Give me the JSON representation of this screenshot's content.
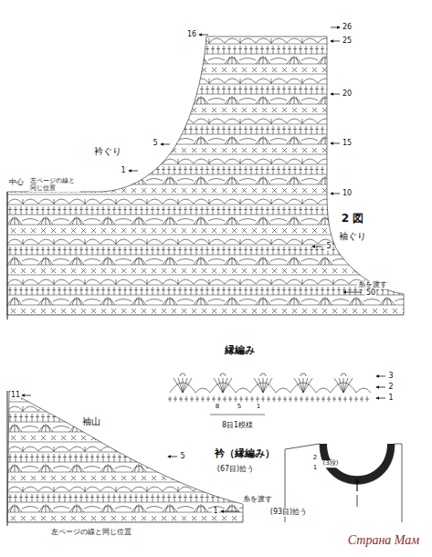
{
  "diagram": {
    "labels": [
      "16",
      "26",
      "25",
      "20",
      "15",
      "衿ぐり",
      "5",
      "1",
      "10",
      "中心",
      "左ページの線と 同じ位置",
      "2 図",
      "袖ぐり",
      "5",
      "糸を渡す",
      "50",
      "縁編み",
      "3",
      "2",
      "1",
      "8",
      "5",
      "1",
      "8目1模様",
      "衿（縁編み）",
      "(67目)拾う",
      "2",
      "1",
      "(3段)",
      "(93目)拾う",
      "11",
      "袖山",
      "5",
      "1",
      "糸を渡す",
      "左ページの線と同じ位置",
      "Страна Мам"
    ]
  }
}
